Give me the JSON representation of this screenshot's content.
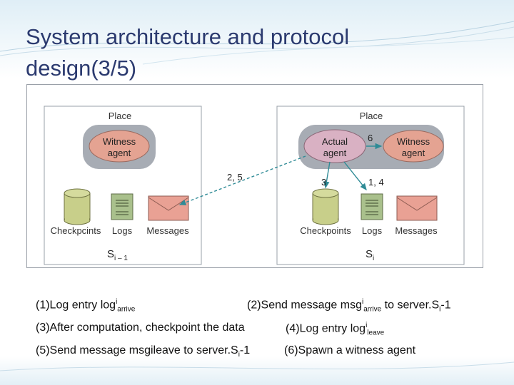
{
  "slide": {
    "title_line1": "System architecture and protocol",
    "title_line2": "design(3/5)"
  },
  "diagram": {
    "left_host": {
      "place_label": "Place",
      "witness_line1": "Witness",
      "witness_line2": "agent",
      "checkpoints_label": "Checkpcints",
      "logs_label": "Logs",
      "messages_label": "Messages",
      "server_main": "S",
      "server_sub": "i – 1"
    },
    "right_host": {
      "place_label": "Place",
      "actual_line1": "Actual",
      "actual_line2": "agent",
      "witness_line1": "Witness",
      "witness_line2": "agent",
      "checkpoints_label": "Checkpoints",
      "logs_label": "Logs",
      "messages_label": "Messages",
      "server_main": "S",
      "server_sub": "i"
    },
    "step_labels": {
      "send": "2, 5",
      "spawn": "6",
      "checkpoint": "3",
      "log": "1, 4"
    }
  },
  "captions": {
    "c1_text": "(1)Log entry log",
    "c1_sup": "i",
    "c1_sub": "arrive",
    "c2_text": "(2)Send message msg",
    "c2_sup": "i",
    "c2_sub": "arrive",
    "c2_tail": " to server.S",
    "c2_tail_sub": "i",
    "c2_end": "-1",
    "c3_text": "(3)After computation, checkpoint the data",
    "c4_text": "(4)Log entry log",
    "c4_sup": "i",
    "c4_sub": "leave",
    "c5_text": "(5)Send message msgileave to server.S",
    "c5_sub": "i",
    "c5_end": "-1",
    "c6_text": "(6)Spawn a witness agent"
  },
  "colors": {
    "title": "#2b3a6f",
    "place_gray": "#a7acb4",
    "agent_pink": "#e4a392",
    "actual_pink": "#d9b1c3",
    "cylinder_green": "#c8cf8a",
    "log_green": "#a9c08c",
    "envelope_pink": "#e9a194",
    "arrow_teal": "#2f8b96"
  }
}
